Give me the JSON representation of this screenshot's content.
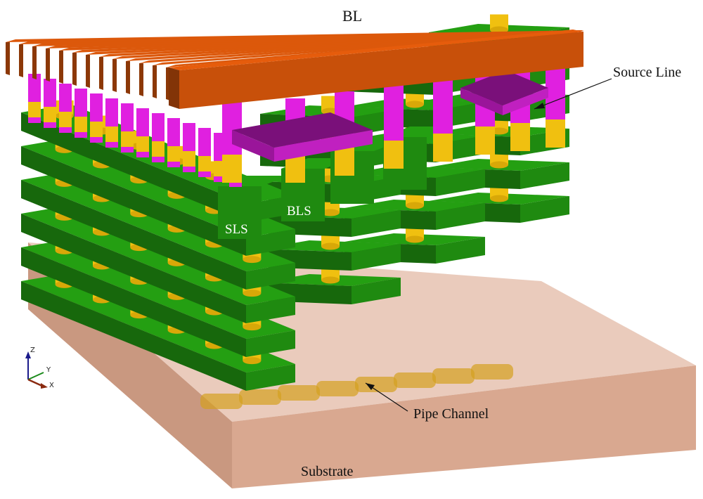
{
  "labels": {
    "bl": "BL",
    "source_line": "Source Line",
    "sls": "SLS",
    "bls": "BLS",
    "pipe_channel": "Pipe Channel",
    "substrate": "Substrate"
  },
  "axes": {
    "z": "Z",
    "y": "Y",
    "x": "X"
  },
  "colors": {
    "bit_line": "#c8500a",
    "pillar_top": "#e020e0",
    "pillar_channel": "#f0c010",
    "word_line": "#1f8a10",
    "source_line": "#c020c0",
    "substrate": "#d9a890"
  }
}
